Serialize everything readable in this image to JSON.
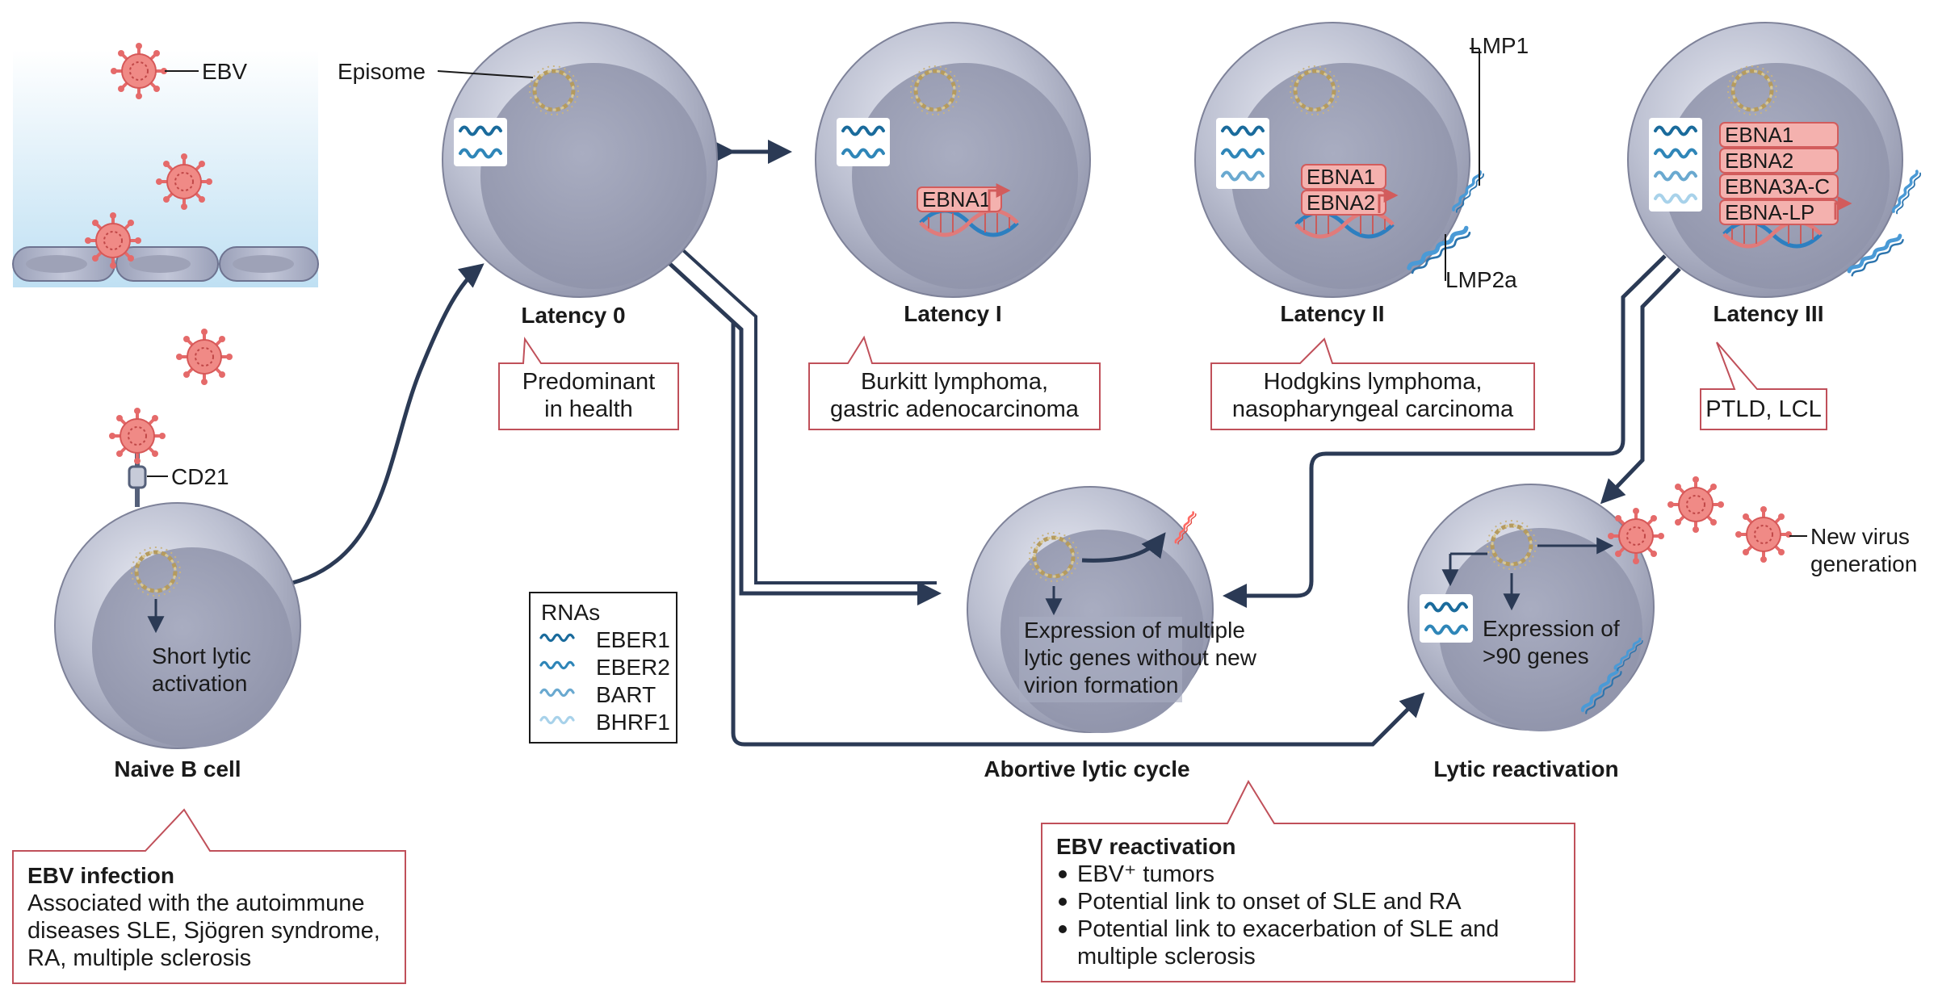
{
  "colors": {
    "cell_fill": "#b3b6c8",
    "nucleus_fill": "#9da1b6",
    "arrow": "#2b3a55",
    "callout_border": "#c0505a",
    "ebna_fill": "#f4b1ae",
    "ebna_border": "#d25c5c",
    "virus": "#e56a6a",
    "rna_eber1": "#1a6b9c",
    "rna_eber2": "#2f86b8",
    "rna_bart": "#6aa9d0",
    "rna_bhrf1": "#a8d2ea",
    "helix_blue": "#2d7fc0",
    "membrane_protein": "#4a9ad6",
    "episome": "#c8b482",
    "sky_top": "#ffffff",
    "sky_bottom": "#bfe0f3"
  },
  "labels": {
    "ebv": "EBV",
    "cd21": "CD21",
    "episome": "Episome",
    "lmp1": "LMP1",
    "lmp2a": "LMP2a",
    "new_virus_line1": "New virus",
    "new_virus_line2": "generation"
  },
  "cells": {
    "naive_b": {
      "title": "Naive B cell",
      "text_line1": "Short lytic",
      "text_line2": "activation"
    },
    "latency0": {
      "title": "Latency 0"
    },
    "latency1": {
      "title": "Latency I",
      "ebna": [
        "EBNA1"
      ]
    },
    "latency2": {
      "title": "Latency II",
      "ebna": [
        "EBNA1",
        "EBNA2"
      ]
    },
    "latency3": {
      "title": "Latency III",
      "ebna": [
        "EBNA1",
        "EBNA2",
        "EBNA3A-C",
        "EBNA-LP"
      ]
    },
    "abortive": {
      "title": "Abortive lytic cycle",
      "text_lines": [
        "Expression of multiple",
        "lytic genes without new",
        "virion formation"
      ]
    },
    "lytic": {
      "title": "Lytic reactivation",
      "text_lines": [
        "Expression of",
        ">90 genes"
      ]
    }
  },
  "callouts": {
    "latency0": [
      "Predominant",
      "in health"
    ],
    "latency1": [
      "Burkitt lymphoma,",
      "gastric adenocarcinoma"
    ],
    "latency2": [
      "Hodgkins lymphoma,",
      "nasopharyngeal carcinoma"
    ],
    "latency3": [
      "PTLD, LCL"
    ],
    "infection": {
      "heading": "EBV infection",
      "lines": [
        "Associated with the autoimmune",
        "diseases SLE, Sjögren syndrome,",
        "RA, multiple sclerosis"
      ]
    },
    "reactivation": {
      "heading": "EBV reactivation",
      "bullets": [
        "EBV⁺ tumors",
        "Potential link to onset of SLE and RA",
        "Potential link to exacerbation of SLE and",
        "multiple sclerosis"
      ],
      "bullet_flags": [
        true,
        true,
        true,
        false
      ]
    }
  },
  "legend": {
    "title": "RNAs",
    "items": [
      "EBER1",
      "EBER2",
      "BART",
      "BHRF1"
    ]
  }
}
